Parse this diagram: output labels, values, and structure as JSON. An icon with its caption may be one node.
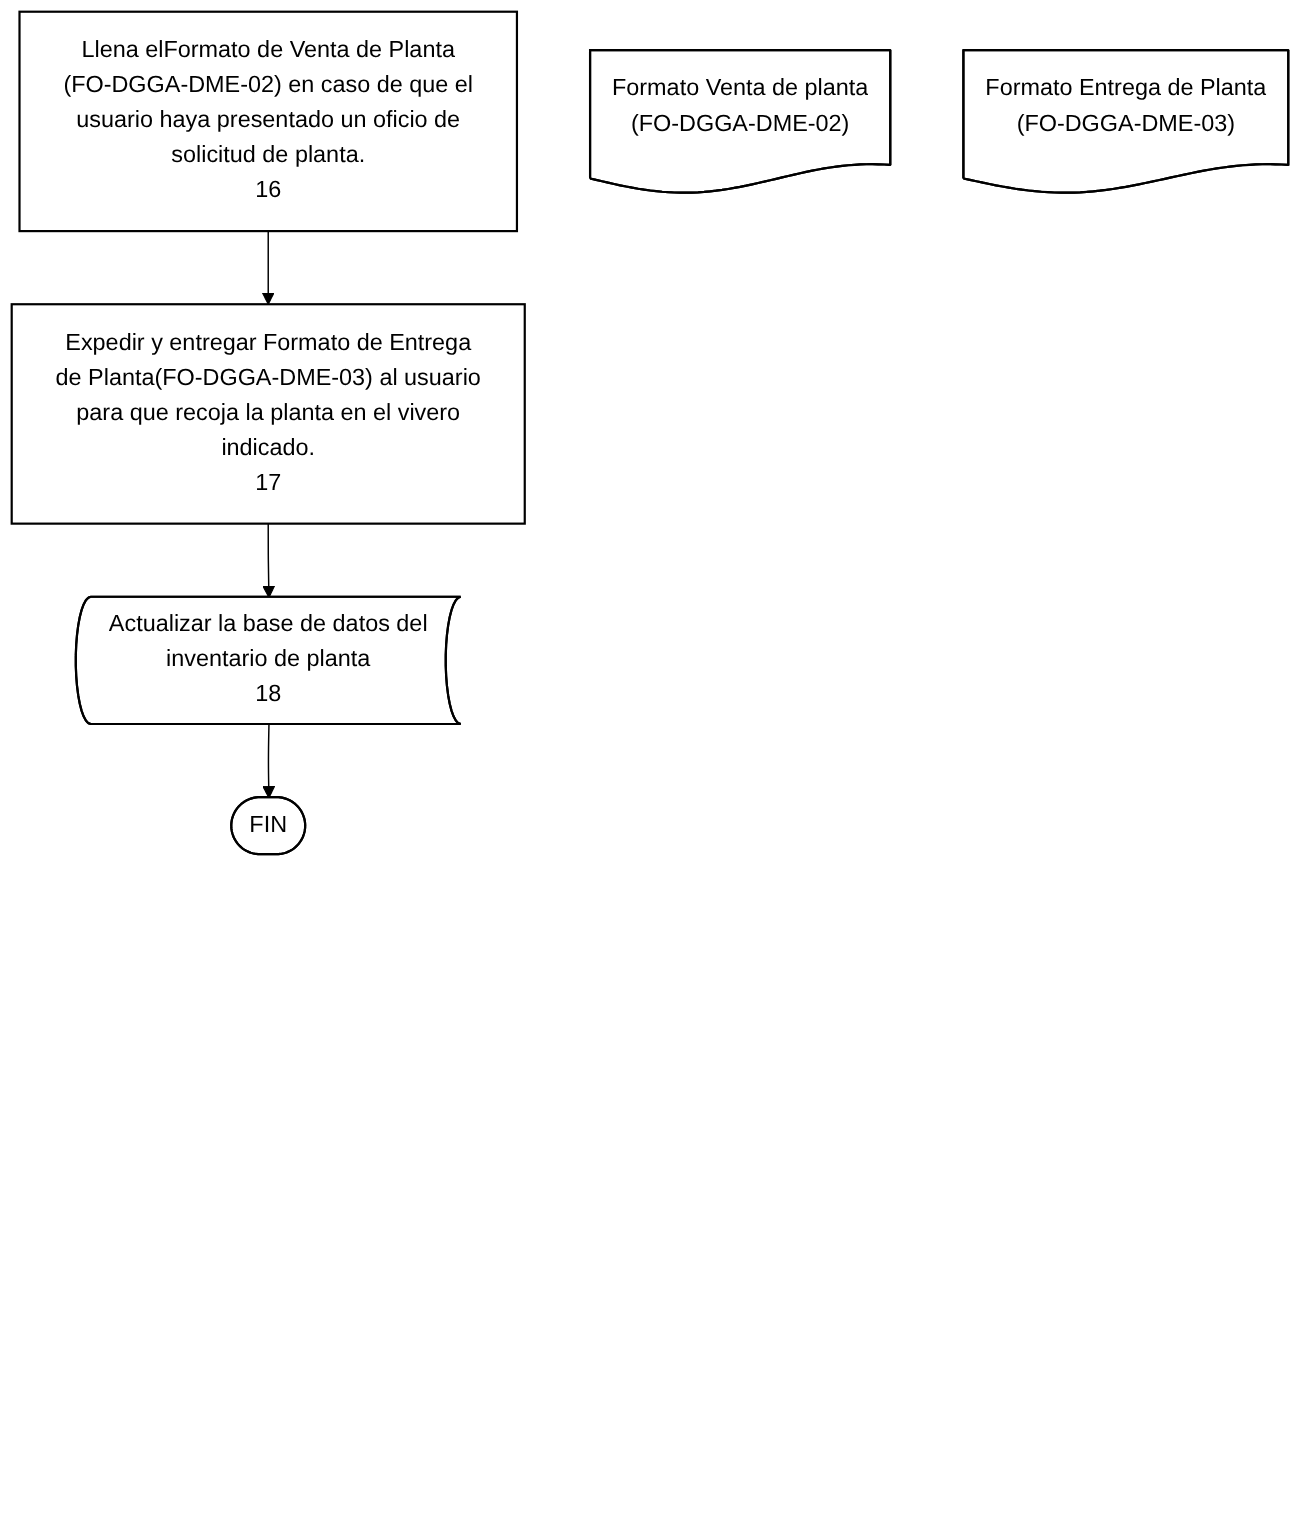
{
  "diagram": {
    "nodes": [
      {
        "text": [
          "Llena elFormato de Venta de Planta (FO-DGGA-DME-02) en caso de que el usuario haya presentado un oficio de solicitud de planta.",
          "16"
        ]
      },
      {
        "text": [
          "Formato Venta de planta (FO-DGGA-DME-02)"
        ]
      },
      {
        "text": [
          "Expedir y entregar Formato de Entrega de Planta(FO-DGGA-DME-03) al usuario para que recoja la planta en el vivero indicado.",
          "17"
        ]
      },
      {
        "text": [
          "Formato Entrega de Planta (FO-DGGA-DME-03)"
        ]
      },
      {
        "text": [
          "Actualizar la base de datos del inventario de planta",
          "18"
        ]
      },
      {
        "text": [
          "FIN"
        ]
      }
    ],
    "edges": [
      {
        "from": 0,
        "to": 2,
        "arrow": "to"
      },
      {
        "from": 2,
        "to": 4,
        "arrow": "to"
      },
      {
        "from": 4,
        "to": 5,
        "arrow": "to"
      }
    ]
  }
}
